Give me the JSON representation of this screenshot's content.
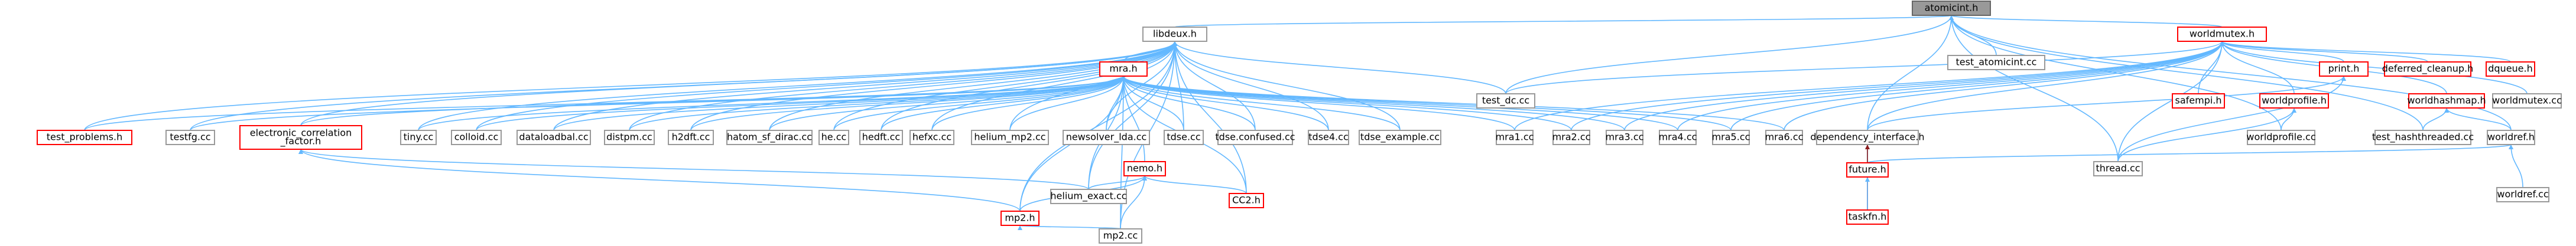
{
  "nodes": [
    {
      "id": "atomicint",
      "label": "atomicint.h",
      "kind": "root"
    },
    {
      "id": "libdeux",
      "label": "libdeux.h",
      "kind": "normal"
    },
    {
      "id": "test_atomicint",
      "label": "test_atomicint.cc",
      "kind": "normal"
    },
    {
      "id": "worldmutex",
      "label": "worldmutex.h",
      "kind": "red"
    },
    {
      "id": "mra",
      "label": "mra.h",
      "kind": "red"
    },
    {
      "id": "test_dc",
      "label": "test_dc.cc",
      "kind": "normal"
    },
    {
      "id": "print",
      "label": "print.h",
      "kind": "red"
    },
    {
      "id": "deferred_cleanup",
      "label": "deferred_cleanup.h",
      "kind": "red"
    },
    {
      "id": "dqueue",
      "label": "dqueue.h",
      "kind": "red"
    },
    {
      "id": "safempi",
      "label": "safempi.h",
      "kind": "red"
    },
    {
      "id": "worldmutex_cc",
      "label": "worldmutex.cc",
      "kind": "normal"
    },
    {
      "id": "worldprofile",
      "label": "worldprofile.h",
      "kind": "red"
    },
    {
      "id": "worldhashmap",
      "label": "worldhashmap.h",
      "kind": "red"
    },
    {
      "id": "test_problems",
      "label": "test_problems.h",
      "kind": "red"
    },
    {
      "id": "testfg",
      "label": "testfg.cc",
      "kind": "normal"
    },
    {
      "id": "ecf",
      "label": "electronic_correlation\n_factor.h",
      "kind": "red"
    },
    {
      "id": "tiny",
      "label": "tiny.cc",
      "kind": "normal"
    },
    {
      "id": "colloid",
      "label": "colloid.cc",
      "kind": "normal"
    },
    {
      "id": "dataloadbal",
      "label": "dataloadbal.cc",
      "kind": "normal"
    },
    {
      "id": "distpm",
      "label": "distpm.cc",
      "kind": "normal"
    },
    {
      "id": "h2dft",
      "label": "h2dft.cc",
      "kind": "normal"
    },
    {
      "id": "hatom",
      "label": "hatom_sf_dirac.cc",
      "kind": "normal"
    },
    {
      "id": "he",
      "label": "he.cc",
      "kind": "normal"
    },
    {
      "id": "hedft",
      "label": "hedft.cc",
      "kind": "normal"
    },
    {
      "id": "hefxc",
      "label": "hefxc.cc",
      "kind": "normal"
    },
    {
      "id": "helium_mp2",
      "label": "helium_mp2.cc",
      "kind": "normal"
    },
    {
      "id": "newsolver",
      "label": "newsolver_lda.cc",
      "kind": "normal"
    },
    {
      "id": "tdse",
      "label": "tdse.cc",
      "kind": "normal"
    },
    {
      "id": "tdse_confused",
      "label": "tdse.confused.cc",
      "kind": "normal"
    },
    {
      "id": "tdse4",
      "label": "tdse4.cc",
      "kind": "normal"
    },
    {
      "id": "tdse_example",
      "label": "tdse_example.cc",
      "kind": "normal"
    },
    {
      "id": "mra1",
      "label": "mra1.cc",
      "kind": "normal"
    },
    {
      "id": "mra2",
      "label": "mra2.cc",
      "kind": "normal"
    },
    {
      "id": "mra3",
      "label": "mra3.cc",
      "kind": "normal"
    },
    {
      "id": "mra4",
      "label": "mra4.cc",
      "kind": "normal"
    },
    {
      "id": "mra5",
      "label": "mra5.cc",
      "kind": "normal"
    },
    {
      "id": "mra6",
      "label": "mra6.cc",
      "kind": "normal"
    },
    {
      "id": "dependency_interface",
      "label": "dependency_interface.h",
      "kind": "normal"
    },
    {
      "id": "thread",
      "label": "thread.cc",
      "kind": "normal"
    },
    {
      "id": "worldprofile_cc",
      "label": "worldprofile.cc",
      "kind": "normal"
    },
    {
      "id": "test_hashthreaded",
      "label": "test_hashthreaded.cc",
      "kind": "normal"
    },
    {
      "id": "worldref",
      "label": "worldref.h",
      "kind": "normal"
    },
    {
      "id": "nemo",
      "label": "nemo.h",
      "kind": "red"
    },
    {
      "id": "helium_exact",
      "label": "helium_exact.cc",
      "kind": "normal"
    },
    {
      "id": "mp2h",
      "label": "mp2.h",
      "kind": "red"
    },
    {
      "id": "cc2",
      "label": "CC2.h",
      "kind": "red"
    },
    {
      "id": "mp2cc",
      "label": "mp2.cc",
      "kind": "normal"
    },
    {
      "id": "future",
      "label": "future.h",
      "kind": "red"
    },
    {
      "id": "taskfn",
      "label": "taskfn.h",
      "kind": "red"
    },
    {
      "id": "worldref_cc",
      "label": "worldref.cc",
      "kind": "normal"
    }
  ],
  "edges": [
    [
      "libdeux",
      "atomicint"
    ],
    [
      "test_atomicint",
      "atomicint"
    ],
    [
      "worldmutex",
      "atomicint"
    ],
    [
      "test_dc",
      "atomicint"
    ],
    [
      "dependency_interface",
      "atomicint"
    ],
    [
      "thread",
      "atomicint"
    ],
    [
      "worldprofile_cc",
      "atomicint"
    ],
    [
      "test_hashthreaded",
      "atomicint"
    ],
    [
      "worldref",
      "atomicint"
    ],
    [
      "mra",
      "libdeux"
    ],
    [
      "test_dc",
      "libdeux"
    ],
    [
      "test_problems",
      "libdeux"
    ],
    [
      "testfg",
      "libdeux"
    ],
    [
      "ecf",
      "libdeux"
    ],
    [
      "tiny",
      "libdeux"
    ],
    [
      "colloid",
      "libdeux"
    ],
    [
      "dataloadbal",
      "libdeux"
    ],
    [
      "distpm",
      "libdeux"
    ],
    [
      "h2dft",
      "libdeux"
    ],
    [
      "hatom",
      "libdeux"
    ],
    [
      "he",
      "libdeux"
    ],
    [
      "hedft",
      "libdeux"
    ],
    [
      "hefxc",
      "libdeux"
    ],
    [
      "helium_mp2",
      "libdeux"
    ],
    [
      "newsolver",
      "libdeux"
    ],
    [
      "tdse",
      "libdeux"
    ],
    [
      "tdse_confused",
      "libdeux"
    ],
    [
      "tdse4",
      "libdeux"
    ],
    [
      "tdse_example",
      "libdeux"
    ],
    [
      "mp2h",
      "libdeux"
    ],
    [
      "helium_exact",
      "libdeux"
    ],
    [
      "mp2cc",
      "libdeux"
    ],
    [
      "cc2",
      "libdeux"
    ],
    [
      "print",
      "worldmutex"
    ],
    [
      "deferred_cleanup",
      "worldmutex"
    ],
    [
      "dqueue",
      "worldmutex"
    ],
    [
      "safempi",
      "worldmutex"
    ],
    [
      "worldmutex_cc",
      "worldmutex"
    ],
    [
      "worldprofile",
      "worldmutex"
    ],
    [
      "worldhashmap",
      "worldmutex"
    ],
    [
      "dependency_interface",
      "worldmutex"
    ],
    [
      "thread",
      "worldmutex"
    ],
    [
      "mra1",
      "worldmutex"
    ],
    [
      "mra2",
      "worldmutex"
    ],
    [
      "mra3",
      "worldmutex"
    ],
    [
      "mra4",
      "worldmutex"
    ],
    [
      "mra5",
      "worldmutex"
    ],
    [
      "mra6",
      "worldmutex"
    ],
    [
      "test_dc",
      "worldmutex"
    ],
    [
      "test_problems",
      "mra"
    ],
    [
      "testfg",
      "mra"
    ],
    [
      "ecf",
      "mra"
    ],
    [
      "tiny",
      "mra"
    ],
    [
      "colloid",
      "mra"
    ],
    [
      "dataloadbal",
      "mra"
    ],
    [
      "distpm",
      "mra"
    ],
    [
      "h2dft",
      "mra"
    ],
    [
      "hatom",
      "mra"
    ],
    [
      "he",
      "mra"
    ],
    [
      "hedft",
      "mra"
    ],
    [
      "hefxc",
      "mra"
    ],
    [
      "helium_mp2",
      "mra"
    ],
    [
      "newsolver",
      "mra"
    ],
    [
      "tdse",
      "mra"
    ],
    [
      "tdse_confused",
      "mra"
    ],
    [
      "tdse4",
      "mra"
    ],
    [
      "tdse_example",
      "mra"
    ],
    [
      "mra1",
      "mra"
    ],
    [
      "mra2",
      "mra"
    ],
    [
      "mra3",
      "mra"
    ],
    [
      "mra4",
      "mra"
    ],
    [
      "mra5",
      "mra"
    ],
    [
      "mra6",
      "mra"
    ],
    [
      "nemo",
      "mra"
    ],
    [
      "helium_exact",
      "mra"
    ],
    [
      "mp2h",
      "mra"
    ],
    [
      "cc2",
      "mra"
    ],
    [
      "mp2cc",
      "mra"
    ],
    [
      "dependency_interface",
      "print"
    ],
    [
      "thread",
      "print"
    ],
    [
      "worldprofile_cc",
      "worldprofile"
    ],
    [
      "thread",
      "worldprofile"
    ],
    [
      "test_hashthreaded",
      "worldhashmap"
    ],
    [
      "worldref",
      "worldhashmap"
    ],
    [
      "mp2h",
      "nemo"
    ],
    [
      "helium_exact",
      "nemo"
    ],
    [
      "cc2",
      "nemo"
    ],
    [
      "mp2cc",
      "nemo"
    ],
    [
      "mp2h",
      "ecf"
    ],
    [
      "helium_exact",
      "ecf"
    ],
    [
      "mp2cc",
      "mp2h"
    ],
    [
      "future",
      "dependency_interface"
    ],
    [
      "taskfn",
      "dependency_interface"
    ],
    [
      "taskfn",
      "future"
    ],
    [
      "future",
      "worldref"
    ],
    [
      "worldref_cc",
      "worldref"
    ]
  ],
  "dark_edges": [
    [
      "taskfn",
      "dependency_interface"
    ]
  ]
}
